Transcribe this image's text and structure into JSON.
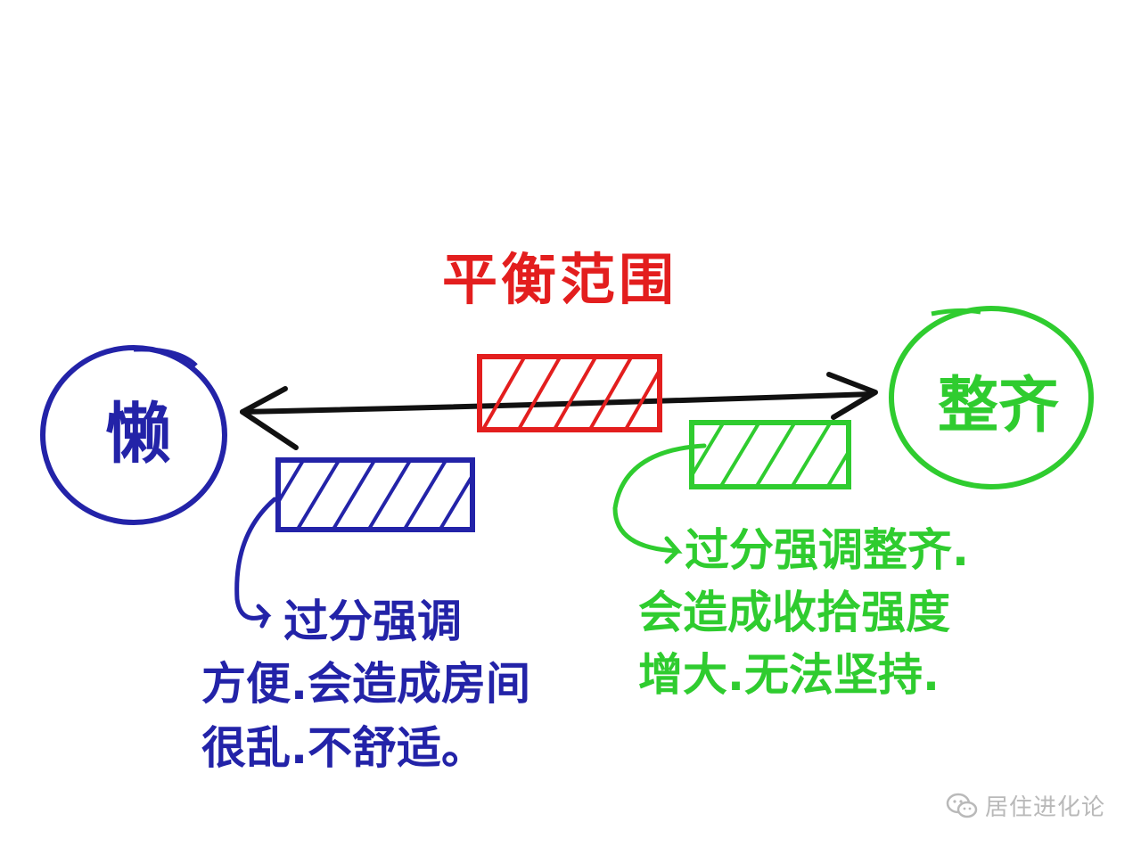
{
  "title": "平衡范围",
  "left_label": "懒",
  "right_label": "整齐",
  "left_note": [
    "过分强调",
    "方便.会造成房间",
    "很乱.不舒适。"
  ],
  "right_note": [
    "过分强调整齐.",
    "会造成收拾强度",
    "增大.无法坚持."
  ],
  "watermark": "居住进化论",
  "icons": {
    "watermark_icon": "wechat-icon"
  },
  "colors": {
    "red": "#e31e1e",
    "blue": "#2323a8",
    "green": "#2fcc2f",
    "black": "#111111",
    "watermark": "#b9b9b9"
  }
}
